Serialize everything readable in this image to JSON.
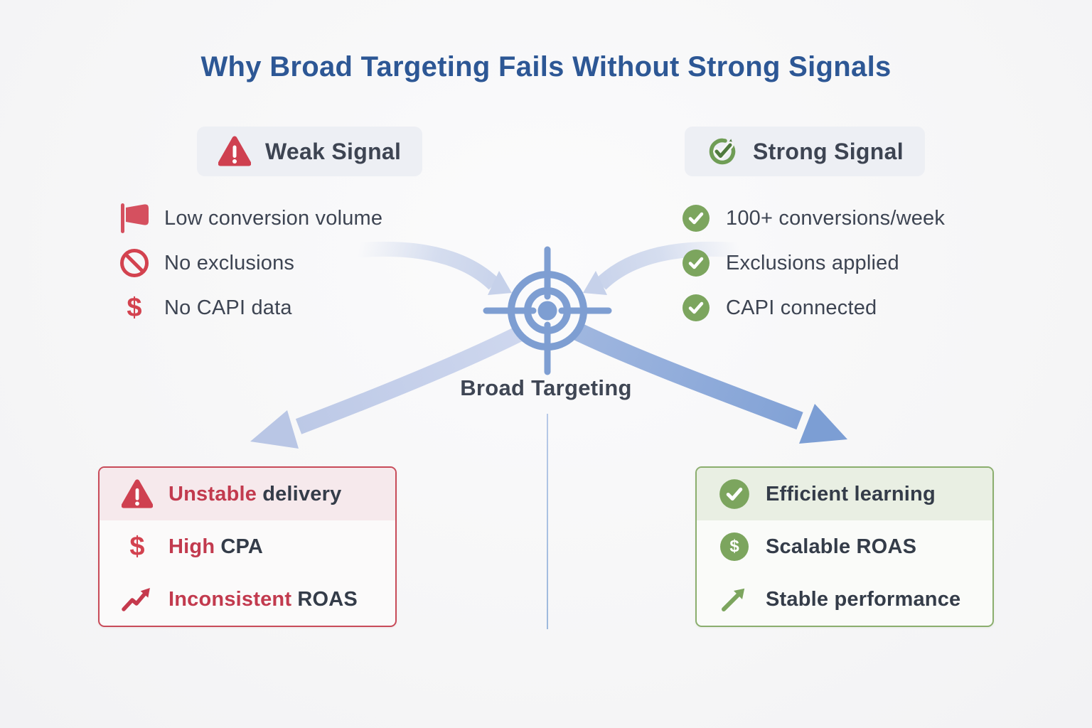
{
  "title": "Why Broad Targeting Fails Without Strong Signals",
  "weak_column": {
    "header": {
      "label": "Weak Signal"
    },
    "items": [
      {
        "icon": "flag-icon",
        "label": "Low conversion volume"
      },
      {
        "icon": "no-entry-icon",
        "label": "No exclusions"
      },
      {
        "icon": "dollar-icon",
        "icon_char": "$",
        "label": "No CAPI data"
      }
    ]
  },
  "strong_column": {
    "header": {
      "label": "Strong Signal"
    },
    "items": [
      {
        "icon": "check-circle-icon",
        "label": "100+ conversions/week"
      },
      {
        "icon": "check-circle-icon",
        "label": "Exclusions applied"
      },
      {
        "icon": "check-circle-icon",
        "label": "CAPI connected"
      }
    ]
  },
  "center": {
    "label": "Broad Targeting"
  },
  "weak_outcomes": [
    {
      "icon": "warning-triangle-icon",
      "highlight": "Unstable",
      "rest": "delivery"
    },
    {
      "icon": "dollar-icon",
      "icon_char": "$",
      "highlight": "High",
      "rest": "CPA"
    },
    {
      "icon": "trend-up-icon",
      "highlight": "Inconsistent",
      "rest": "ROAS"
    }
  ],
  "strong_outcomes": [
    {
      "icon": "check-circle-icon",
      "label": "Efficient learning"
    },
    {
      "icon": "dollar-circle-icon",
      "icon_char": "$",
      "label": "Scalable ROAS"
    },
    {
      "icon": "trend-up-icon",
      "label": "Stable performance"
    }
  ],
  "colors": {
    "title_blue": "#2d5795",
    "dark_text": "#3d4452",
    "alert_red": "#cf4050",
    "red_text": "#c23a4e",
    "success_green": "#7ca55e",
    "target_blue": "#7e9ed2",
    "arrow_light_blue": "#c6d1ea",
    "arrow_mid_blue": "#7c9ed4",
    "badge_bg": "#edeff4",
    "weak_box_border": "#c84b59",
    "strong_box_border": "#8bae6e"
  }
}
